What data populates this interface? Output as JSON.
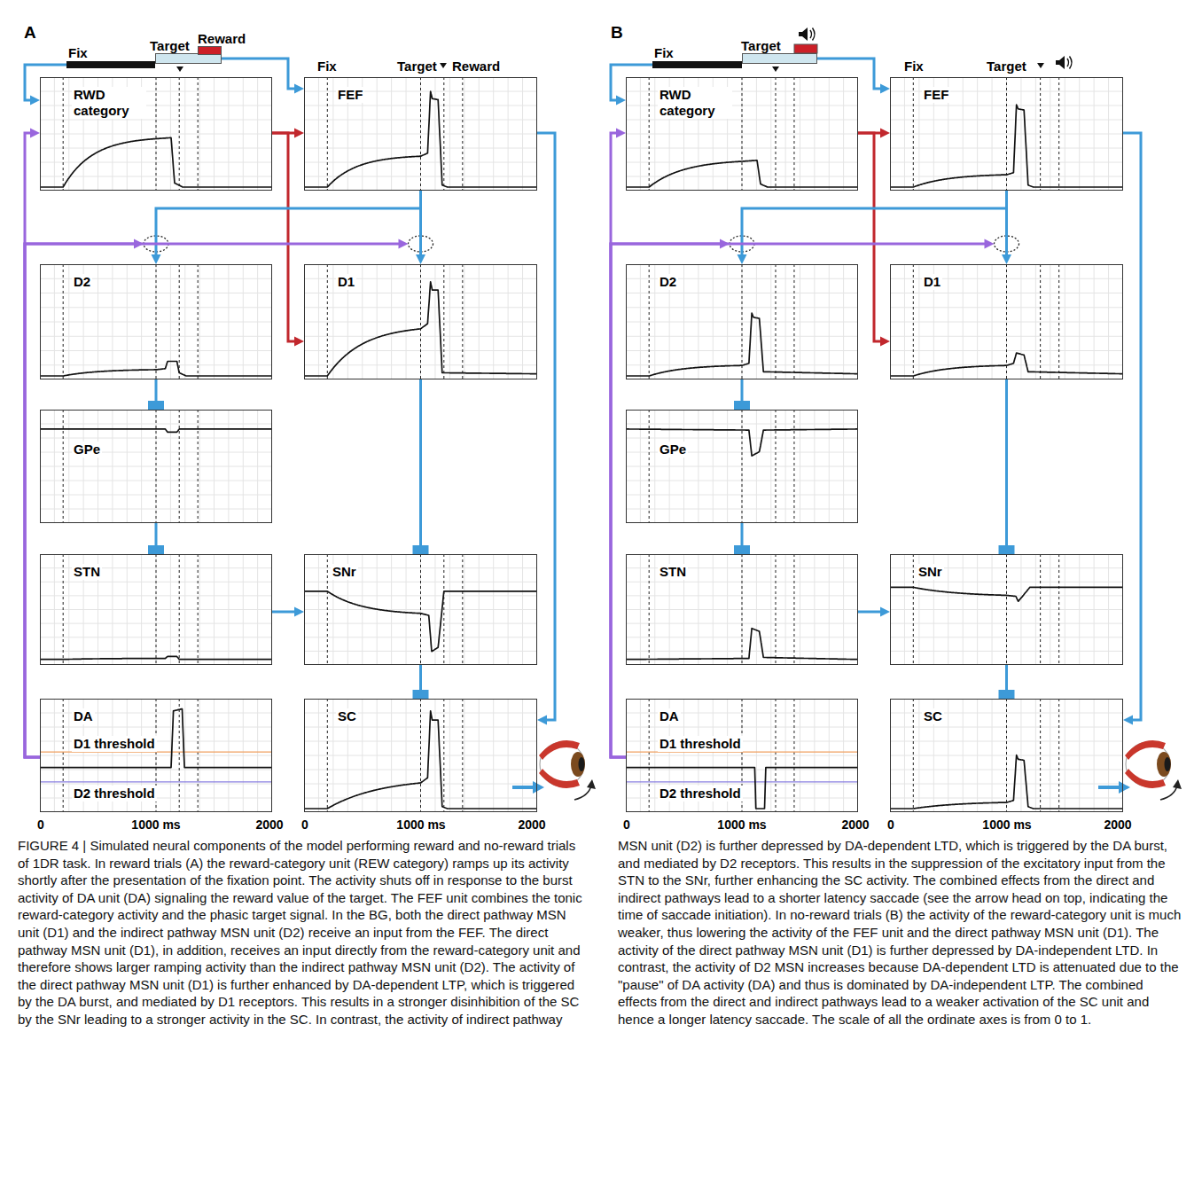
{
  "diagram": {
    "caption": "FIGURE 4 | Simulated neural components of the model performing reward and no-reward trials of 1DR task. In reward trials (A) the reward-category unit (REW category) ramps up its activity shortly after the presentation of the fixation point. The activity shuts off in response to the burst activity of DA unit (DA) signaling the reward value of the target. The FEF unit combines the tonic reward-category activity and the phasic target signal. In the BG, both the direct pathway MSN unit (D1) and the indirect pathway MSN unit (D2) receive an input from the FEF. The direct pathway MSN unit (D1), in addition, receives an input directly from the reward-category unit and therefore shows larger ramping activity than the indirect pathway MSN unit (D2). The activity of the direct pathway MSN unit (D1) is further enhanced by DA-dependent LTP, which is triggered by the DA burst, and mediated by D1 receptors. This results in a stronger disinhibition of the SC by the SNr leading to a stronger activity in the SC. In contrast, the activity of indirect pathway MSN unit (D2) is further depressed by DA-dependent LTD, which is triggered by the DA burst, and mediated by D2 receptors. This results in the suppression of the excitatory input from the STN to the SNr, further enhancing the SC activity. The combined effects from the direct and indirect pathways lead to a shorter latency saccade (see the arrow head on top, indicating the time of saccade initiation). In no-reward trials (B) the activity of the reward-category unit is much weaker, thus lowering the activity of the FEF unit and the direct pathway MSN unit (D1). The activity of the direct pathway MSN unit (D1) is further depressed by DA-independent LTD. In contrast, the activity of D2 MSN increases because DA-dependent LTD is attenuated due to the \"pause\" of DA activity (DA) and thus is dominated by DA-independent LTP. The combined effects from the direct and indirect pathways lead to a weaker activation of the SC unit and hence a longer latency saccade. The scale of all the ordinate axes is from 0 to 1.",
    "nodes": [
      {
        "text": [
          "Fix"
        ]
      },
      {
        "text": [
          "Target"
        ]
      },
      {
        "text": [
          "Reward"
        ]
      },
      {
        "text": [
          "RWD category"
        ]
      },
      {
        "text": [
          "FEF"
        ]
      },
      {
        "text": [
          "D2"
        ]
      },
      {
        "text": [
          "D1"
        ]
      },
      {
        "text": [
          "GPe"
        ]
      },
      {
        "text": [
          "STN"
        ]
      },
      {
        "text": [
          "SNr"
        ]
      },
      {
        "text": [
          "DA",
          "D1 threshold",
          "D2 threshold"
        ]
      },
      {
        "text": [
          "SC"
        ]
      },
      {
        "text": [
          "Fix"
        ]
      },
      {
        "text": [
          "Target"
        ]
      },
      {
        "text": [
          "RWD category"
        ]
      },
      {
        "text": [
          "FEF"
        ]
      },
      {
        "text": [
          "D2"
        ]
      },
      {
        "text": [
          "D1"
        ]
      },
      {
        "text": [
          "GPe"
        ]
      },
      {
        "text": [
          "STN"
        ]
      },
      {
        "text": [
          "SNr"
        ]
      },
      {
        "text": [
          "DA",
          "D1 threshold",
          "D2 threshold"
        ]
      },
      {
        "text": [
          "SC"
        ]
      }
    ],
    "edges": [
      {
        "from": 0,
        "to": 3,
        "arrow": "to"
      },
      {
        "from": 1,
        "to": 4,
        "arrow": "to"
      },
      {
        "from": 3,
        "to": 4,
        "arrow": "to"
      },
      {
        "from": 3,
        "to": 6,
        "arrow": "to"
      },
      {
        "from": 4,
        "to": 5,
        "arrow": "to"
      },
      {
        "from": 4,
        "to": 6,
        "arrow": "to"
      },
      {
        "from": 4,
        "to": 11,
        "arrow": "to"
      },
      {
        "from": 5,
        "to": 7,
        "arrow": "to"
      },
      {
        "from": 7,
        "to": 8,
        "arrow": "to"
      },
      {
        "from": 8,
        "to": 9,
        "arrow": "to"
      },
      {
        "from": 6,
        "to": 9,
        "arrow": "to"
      },
      {
        "from": 9,
        "to": 11,
        "arrow": "to"
      },
      {
        "from": 10,
        "to": 3,
        "arrow": "to"
      },
      {
        "from": 10,
        "to": 5,
        "arrow": "to"
      },
      {
        "from": 10,
        "to": 6,
        "arrow": "to"
      },
      {
        "from": 12,
        "to": 14,
        "arrow": "to"
      },
      {
        "from": 13,
        "to": 15,
        "arrow": "to"
      },
      {
        "from": 14,
        "to": 15,
        "arrow": "to"
      },
      {
        "from": 14,
        "to": 17,
        "arrow": "to"
      },
      {
        "from": 15,
        "to": 16,
        "arrow": "to"
      },
      {
        "from": 15,
        "to": 17,
        "arrow": "to"
      },
      {
        "from": 15,
        "to": 22,
        "arrow": "to"
      },
      {
        "from": 16,
        "to": 18,
        "arrow": "to"
      },
      {
        "from": 18,
        "to": 19,
        "arrow": "to"
      },
      {
        "from": 19,
        "to": 20,
        "arrow": "to"
      },
      {
        "from": 17,
        "to": 20,
        "arrow": "to"
      },
      {
        "from": 20,
        "to": 22,
        "arrow": "to"
      },
      {
        "from": 21,
        "to": 14,
        "arrow": "to"
      },
      {
        "from": 21,
        "to": 16,
        "arrow": "to"
      },
      {
        "from": 21,
        "to": 17,
        "arrow": "to"
      }
    ],
    "labels": [
      "A",
      "Fix",
      "Target",
      "Reward",
      "0",
      "1000 ms",
      "2000",
      "0",
      "1000 ms",
      "2000",
      "B",
      "Fix",
      "Target",
      "0",
      "1000 ms",
      "2000",
      "0",
      "1000 ms",
      "2000"
    ]
  }
}
